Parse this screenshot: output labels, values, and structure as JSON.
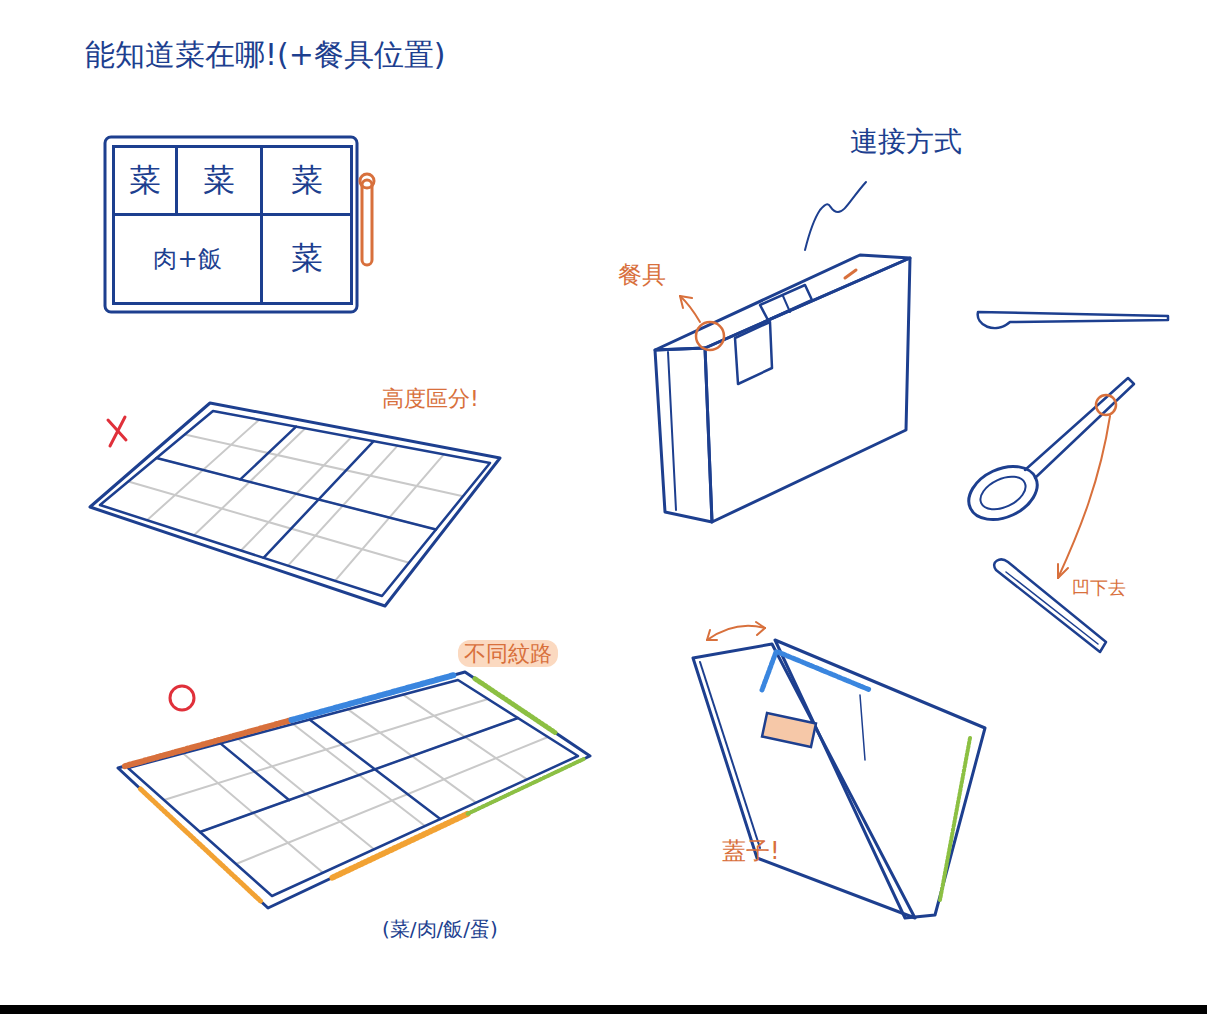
{
  "diagram": {
    "title": "能知道菜在哪!(+餐具位置)",
    "nodes": [
      {
        "text": [
          "菜"
        ]
      },
      {
        "text": [
          "菜"
        ]
      },
      {
        "text": [
          "菜"
        ]
      },
      {
        "text": [
          "肉+飯"
        ]
      },
      {
        "text": [
          "菜"
        ]
      }
    ],
    "labels": [
      "高度區分!",
      "不同紋路",
      "(菜/肉/飯/蛋)",
      "連接方式",
      "餐具",
      "凹下去",
      "蓋子!"
    ]
  }
}
